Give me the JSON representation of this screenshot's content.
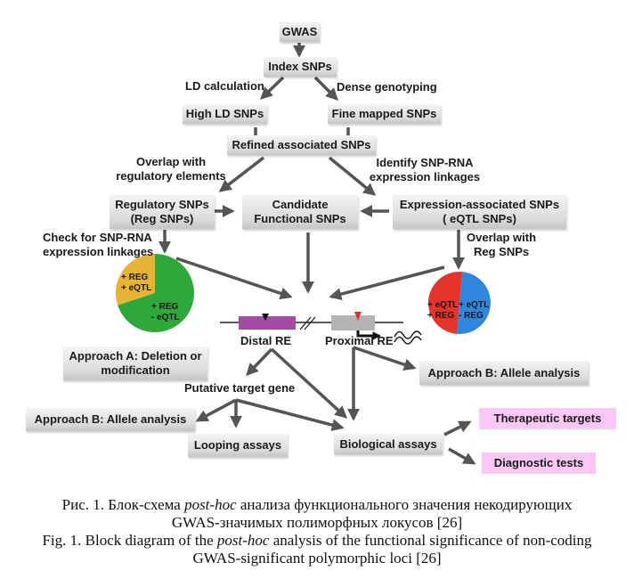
{
  "nodes": {
    "gwas": "GWAS",
    "index_snps": "Index SNPs",
    "high_ld_snps": "High LD SNPs",
    "fine_mapped_snps": "Fine mapped SNPs",
    "refined_snps": "Refined associated SNPs",
    "regulatory_snps": [
      "Regulatory SNPs",
      "(Reg SNPs)"
    ],
    "candidate_snps": [
      "Candidate",
      "Functional SNPs"
    ],
    "eqtl_snps": [
      "Expression-associated SNPs",
      "( eQTL SNPs)"
    ],
    "approach_a": [
      "Approach A: Deletion or",
      "modification"
    ],
    "approach_b_right": "Approach B: Allele analysis",
    "approach_b_left": "Approach B: Allele analysis",
    "looping_assays": "Looping assays",
    "biological_assays": "Biological assays",
    "therapeutic_targets": "Therapeutic targets",
    "diagnostic_tests": "Diagnostic tests"
  },
  "edge_labels": {
    "ld_calculation": "LD calculation",
    "dense_genotyping": "Dense genotyping",
    "overlap_regulatory": [
      "Overlap with",
      "regulatory elements"
    ],
    "identify_linkages": [
      "Identify SNP-RNA",
      "expression linkages"
    ],
    "check_linkages": [
      "Check for SNP-RNA",
      "expression linkages"
    ],
    "overlap_reg_snps": [
      "Overlap with",
      "Reg SNPs"
    ],
    "putative_target_gene": "Putative target gene"
  },
  "gene_model": {
    "distal_re": "Distal RE",
    "proximal_re": "Proximal RE"
  },
  "pie_left": {
    "slices": [
      {
        "label": [
          "+ REG",
          "+ eQTL"
        ],
        "fraction": 0.3,
        "color": "#e6b432"
      },
      {
        "label": [
          "+ REG",
          "- eQTL"
        ],
        "fraction": 0.7,
        "color": "#2ea83a"
      }
    ]
  },
  "pie_right": {
    "slices": [
      {
        "label": [
          "+ eQTL",
          "+ REG"
        ],
        "fraction": 0.5,
        "color": "#e8332a"
      },
      {
        "label": [
          "+ eQTL",
          "- REG"
        ],
        "fraction": 0.5,
        "color": "#2f86dc"
      }
    ]
  },
  "colors": {
    "arrow": "#555555",
    "distal_re": "#a44ba8",
    "proximal_re": "#b3b3b3",
    "snp_marker_distal": "#111111",
    "snp_marker_proximal": "#d9302b",
    "pink_box": "#fbc8f5"
  },
  "caption": {
    "ru_line1_pre": "Рис. 1. Блок-схема ",
    "ru_line1_em": "post-hoc",
    "ru_line1_post": " анализа функционального значения некодирующих",
    "ru_line2": "GWAS-значимых полиморфных локусов [26]",
    "en_line1_pre": "Fig. 1. Block diagram of the ",
    "en_line1_em": "post-hoc",
    "en_line1_post": " analysis of the functional significance of non-coding",
    "en_line2": "GWAS-significant polymorphic loci [26]"
  }
}
